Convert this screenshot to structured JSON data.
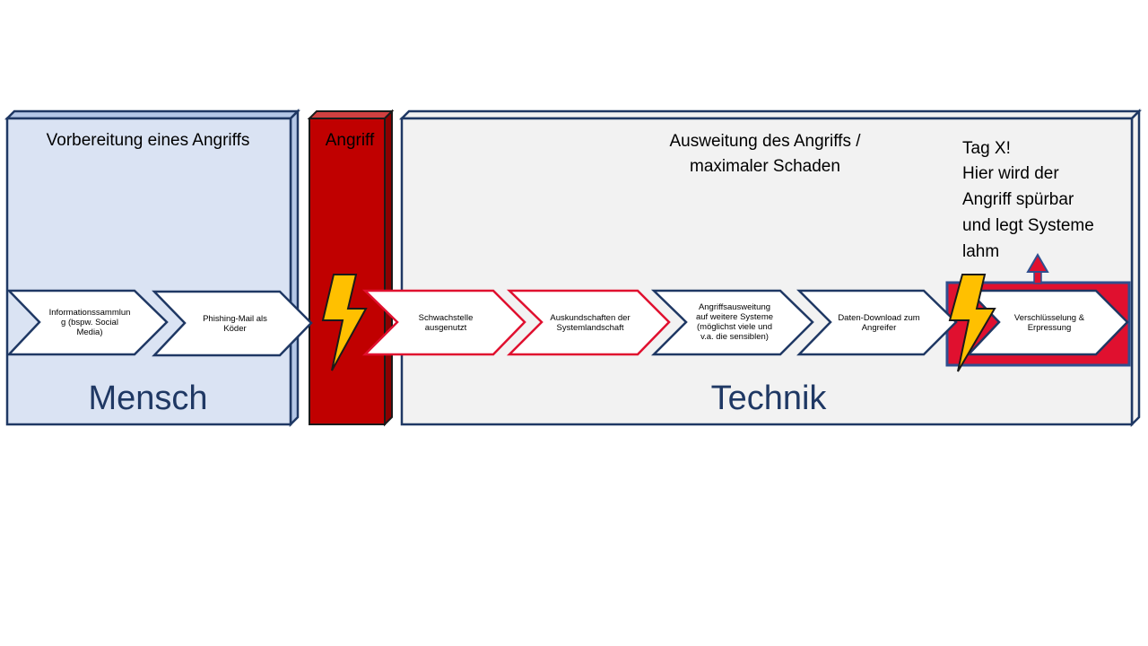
{
  "sections": {
    "prep": {
      "title": "Vorbereitung eines Angriffs",
      "label": "Mensch"
    },
    "attack": {
      "title": "Angriff"
    },
    "expand": {
      "title_line1": "Ausweitung des Angriffs /",
      "title_line2": "maximaler Schaden",
      "label": "Technik"
    }
  },
  "callout": {
    "lines": [
      "Tag X!",
      "Hier wird der",
      "Angriff spürbar",
      "und legt Systeme",
      "lahm"
    ]
  },
  "steps": [
    {
      "lines": [
        "Informationssammlun",
        "g (bspw. Social",
        "Media)"
      ]
    },
    {
      "lines": [
        "Phishing-Mail als",
        "Köder"
      ]
    },
    {
      "lines": [
        "Schwachstelle",
        "ausgenutzt"
      ]
    },
    {
      "lines": [
        "Auskundschaften der",
        "Systemlandschaft"
      ]
    },
    {
      "lines": [
        "Angriffsausweitung",
        "auf weitere Systeme",
        "(möglichst viele und",
        "v.a. die sensiblen)"
      ]
    },
    {
      "lines": [
        "Daten-Download zum",
        "Angreifer"
      ]
    },
    {
      "lines": [
        "Verschlüsselung &",
        "Erpressung"
      ]
    }
  ],
  "colors": {
    "navy": "#1f3864",
    "prep_fill": "#dae3f3",
    "expand_fill": "#f2f2f2",
    "attack_red": "#c00000",
    "accent_red": "#e0102f",
    "bolt_yellow": "#ffc000"
  },
  "icons": [
    "lightning-bolt-icon",
    "arrow-up-icon"
  ]
}
